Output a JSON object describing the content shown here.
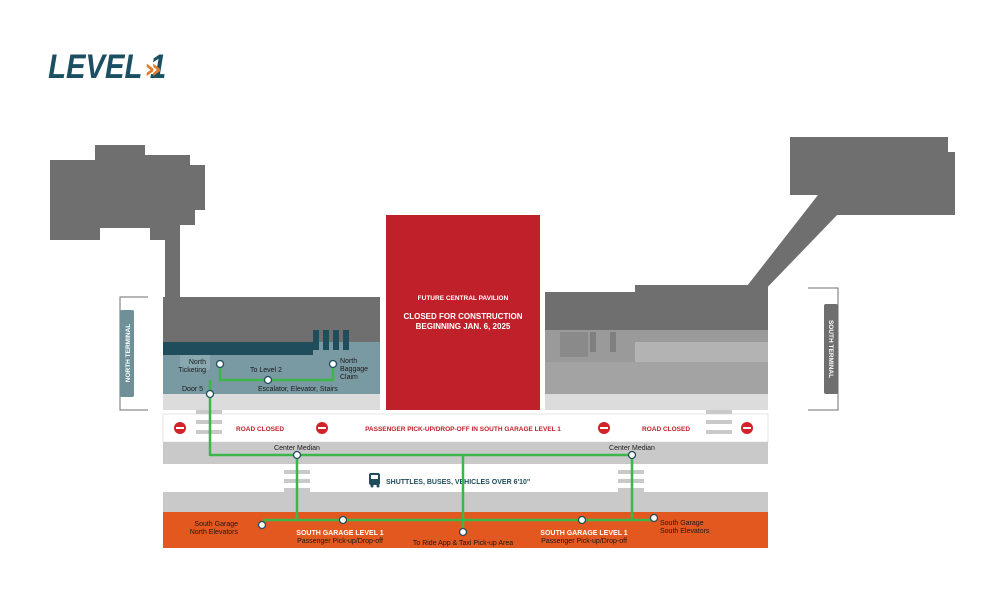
{
  "header": {
    "title": "LEVEL 1",
    "chevron": "»"
  },
  "colors": {
    "title": "#1b4f62",
    "chevron": "#e07b2a",
    "building": "#6f6f6f",
    "teal": "#7a9aa3",
    "dark_teal": "#1f4d5c",
    "pavilion": "#c0202a",
    "orange": "#e2581f",
    "route": "#3cb54a",
    "road": "#c9c9c9",
    "no_entry": "#d0232a"
  },
  "terminals": {
    "north": "NORTH TERMINAL",
    "south": "SOUTH TERMINAL"
  },
  "pavilion": {
    "title": "FUTURE CENTRAL PAVILION",
    "line1": "CLOSED FOR CONSTRUCTION",
    "line2": "BEGINNING JAN. 6, 2025"
  },
  "road": {
    "closed_left": "ROAD CLOSED",
    "closed_right": "ROAD CLOSED",
    "passenger_notice": "PASSENGER PICK-UP/DROP-OFF IN SOUTH GARAGE LEVEL 1",
    "shuttles": "SHUTTLES, BUSES, VEHICLES OVER 6'10\""
  },
  "labels": {
    "north_ticketing_1": "North",
    "north_ticketing_2": "Ticketing",
    "to_level2": "To Level 2",
    "escalator": "Escalator, Elevator, Stairs",
    "north_baggage_1": "North",
    "north_baggage_2": "Baggage",
    "north_baggage_3": "Claim",
    "door5": "Door 5",
    "center_median_left": "Center Median",
    "center_median_right": "Center Median",
    "sg_north_1": "South Garage",
    "sg_north_2": "North Elevators",
    "sg_level1_left_1": "SOUTH GARAGE LEVEL 1",
    "sg_level1_left_2": "Passenger Pick-up/Drop-off",
    "ride_app": "To Ride App & Taxi Pick-up Area",
    "sg_level1_right_1": "SOUTH GARAGE LEVEL 1",
    "sg_level1_right_2": "Passenger Pick-up/Drop-off",
    "sg_south_1": "South Garage",
    "sg_south_2": "South Elevators"
  }
}
